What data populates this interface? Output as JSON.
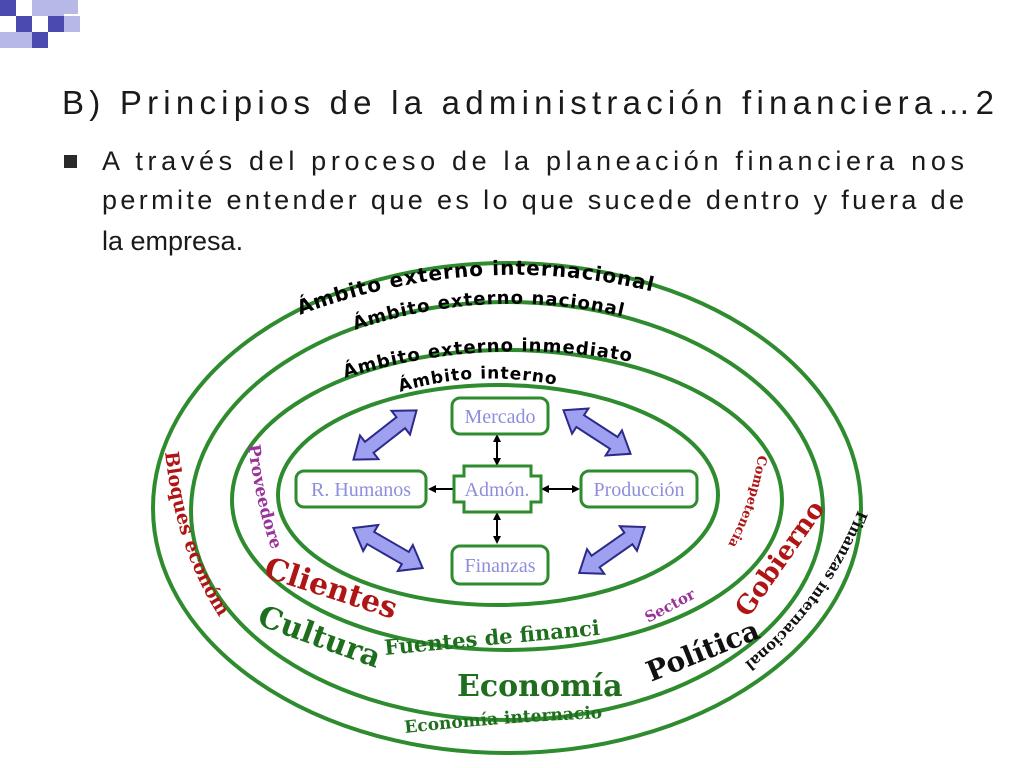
{
  "slide": {
    "title": "B)  Principios  de  la  administración  financiera…2",
    "bullet_lines": [
      "A  través  del  proceso  de  la  planeación  financiera  nos",
      "permite entender que es lo que sucede dentro y fuera de",
      "la empresa."
    ]
  },
  "diagram": {
    "rings": {
      "outer": "Ámbito externo internacional",
      "national": "Ámbito externo nacional",
      "immediate": "Ámbito externo inmediato",
      "internal": "Ámbito interno"
    },
    "boxes": {
      "top": "Mercado",
      "left": "R. Humanos",
      "center": "Admón.",
      "right": "Producción",
      "bottom": "Finanzas"
    },
    "words": {
      "bloques": "Bloques económicos",
      "proveedores": "Proveedores",
      "clientes": "Clientes",
      "cultura": "Cultura",
      "fuentes": "Fuentes de financiamiento",
      "economia": "Economía",
      "economia_int": "Economía internacional",
      "sector": "Sector",
      "politica": "Política",
      "competencia": "Competencia",
      "gobierno": "Gobierno",
      "finanzas_int": "Finanzas internacionales"
    }
  },
  "colors": {
    "ring_green": "#2e8b2e",
    "box_text": "#8e8edc",
    "arrow_fill": "#a0a0f0",
    "purple_word": "#993399",
    "red_word": "#b01515",
    "green_word": "#1e6e1e",
    "dark_word": "#111111",
    "deco_blue": "#4a4ab0",
    "deco_light": "#b8b8e8"
  }
}
